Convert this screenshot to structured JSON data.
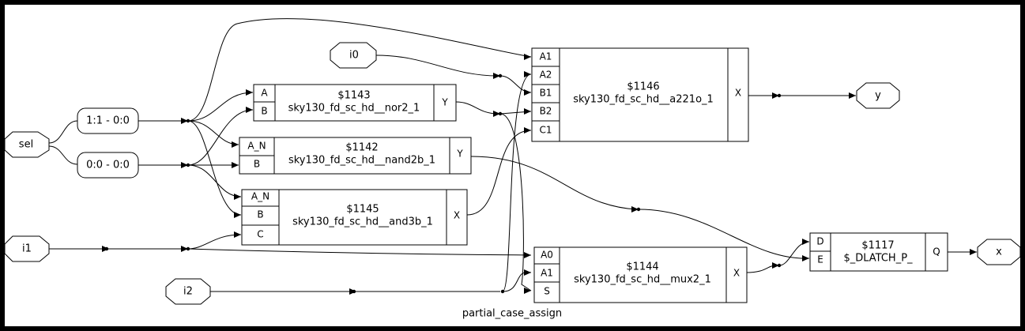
{
  "diagram_title": "partial_case_assign",
  "ports": {
    "sel": "sel",
    "i0": "i0",
    "i1": "i1",
    "i2": "i2",
    "y": "y",
    "x": "x"
  },
  "slices": {
    "s1": "1:1 - 0:0",
    "s0": "0:0 - 0:0"
  },
  "cells": {
    "c1143": {
      "id": "$1143",
      "type": "sky130_fd_sc_hd__nor2_1",
      "inputs": [
        "A",
        "B"
      ],
      "output": "Y"
    },
    "c1142": {
      "id": "$1142",
      "type": "sky130_fd_sc_hd__nand2b_1",
      "inputs": [
        "A_N",
        "B"
      ],
      "output": "Y"
    },
    "c1145": {
      "id": "$1145",
      "type": "sky130_fd_sc_hd__and3b_1",
      "inputs": [
        "A_N",
        "B",
        "C"
      ],
      "output": "X"
    },
    "c1146": {
      "id": "$1146",
      "type": "sky130_fd_sc_hd__a221o_1",
      "inputs": [
        "A1",
        "A2",
        "B1",
        "B2",
        "C1"
      ],
      "output": "X"
    },
    "c1144": {
      "id": "$1144",
      "type": "sky130_fd_sc_hd__mux2_1",
      "inputs": [
        "A0",
        "A1",
        "S"
      ],
      "output": "X"
    },
    "c1117": {
      "id": "$1117",
      "type": "$_DLATCH_P_",
      "inputs": [
        "D",
        "E"
      ],
      "output": "Q"
    }
  }
}
